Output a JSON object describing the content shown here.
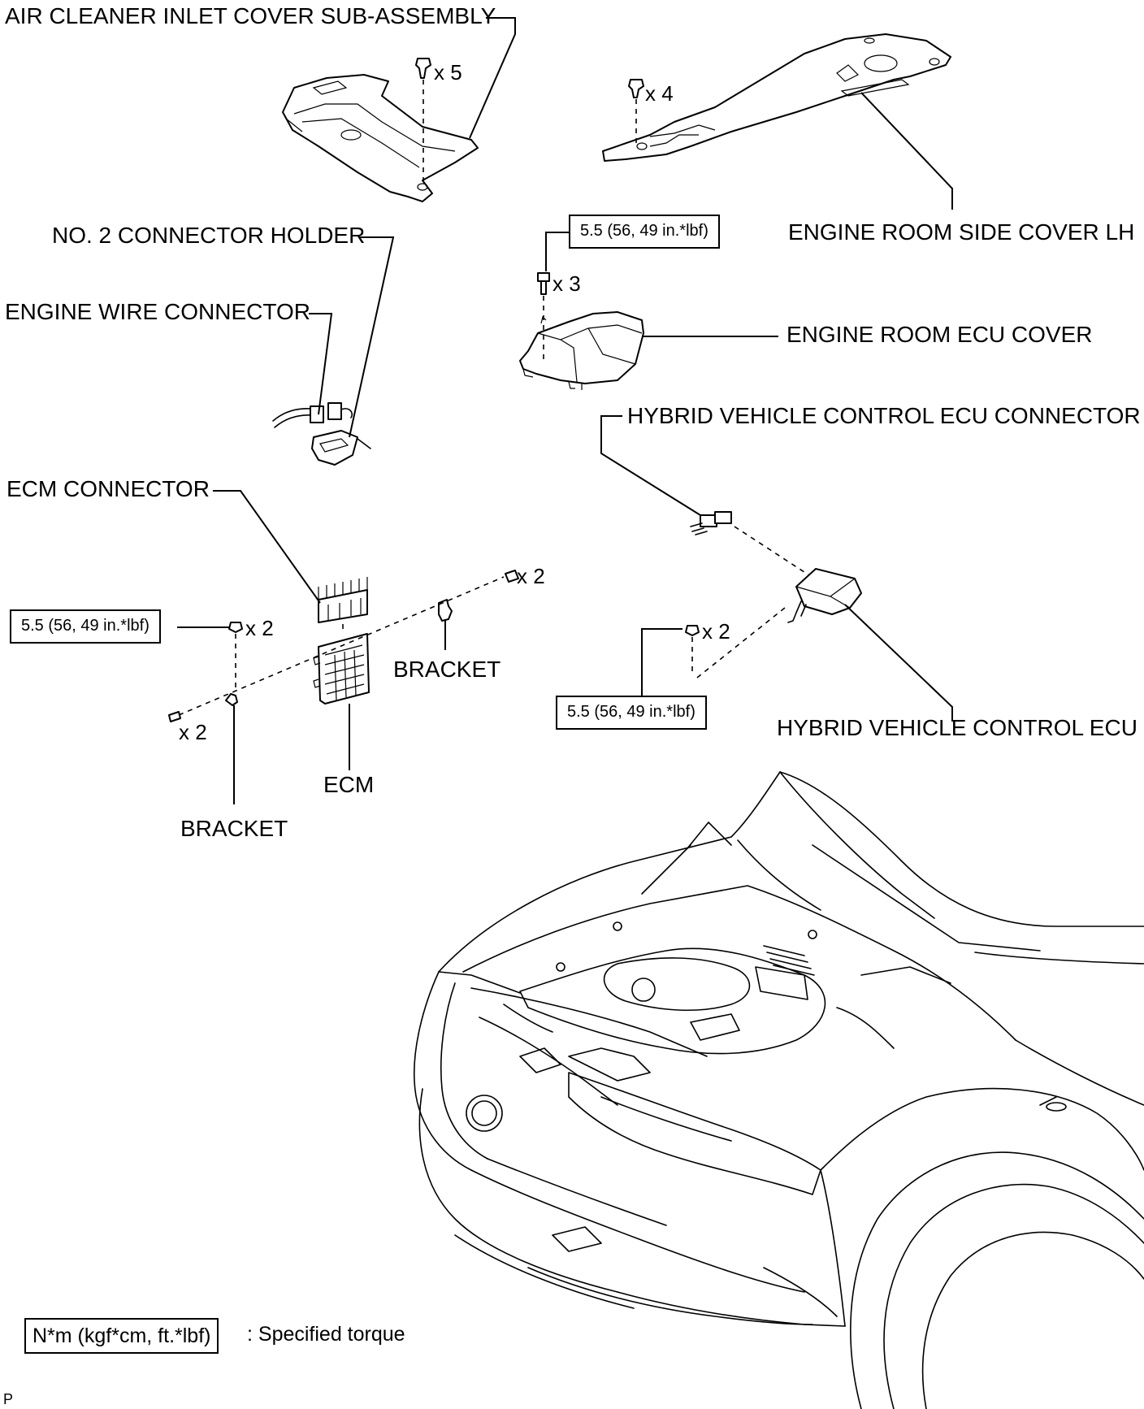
{
  "labels": {
    "air_cleaner_inlet_cover": "AIR CLEANER INLET COVER SUB-ASSEMBLY",
    "engine_room_side_cover_lh": "ENGINE ROOM SIDE COVER LH",
    "no2_connector_holder": "NO. 2 CONNECTOR HOLDER",
    "engine_wire_connector": "ENGINE WIRE CONNECTOR",
    "engine_room_ecu_cover": "ENGINE ROOM ECU COVER",
    "hybrid_ecu_connector": "HYBRID VEHICLE CONTROL ECU CONNECTOR",
    "ecm_connector": "ECM CONNECTOR",
    "bracket_right": "BRACKET",
    "bracket_left": "BRACKET",
    "ecm": "ECM",
    "hybrid_ecu": "HYBRID VEHICLE CONTROL ECU"
  },
  "quantities": {
    "air_cleaner_clips": "x 5",
    "side_cover_clips": "x 4",
    "ecu_cover_bolts": "x 3",
    "bracket_bolts_right": "x 2",
    "ecm_nuts": "x 2",
    "bracket_bolts_left": "x 2",
    "hybrid_ecu_nuts": "x 2"
  },
  "torque": {
    "ecu_cover": "5.5 (56, 49 in.*lbf)",
    "ecm": "5.5 (56, 49 in.*lbf)",
    "hybrid_ecu": "5.5 (56, 49 in.*lbf)"
  },
  "legend": {
    "box": "N*m (kgf*cm, ft.*lbf)",
    "text": ": Specified torque"
  },
  "corner_mark": "P"
}
